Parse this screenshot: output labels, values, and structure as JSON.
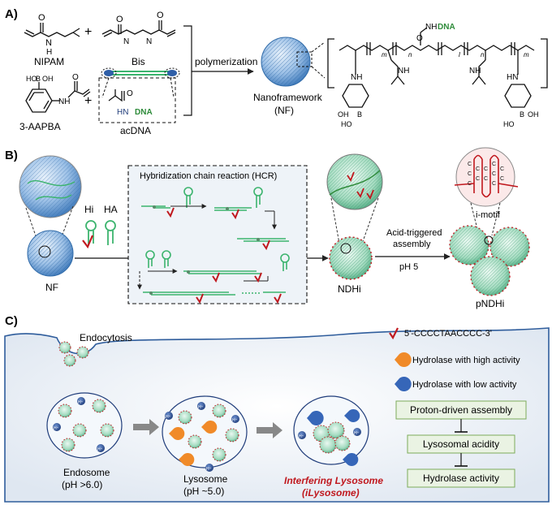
{
  "panel_a": {
    "label": "A)",
    "monomers": {
      "nipam": "NIPAM",
      "bis": "Bis",
      "aapba": "3-AAPBA",
      "acdna": "acDNA"
    },
    "atoms": {
      "o": "O",
      "n": "N",
      "h": "H",
      "nh": "NH",
      "hn": "HN",
      "b": "B",
      "oh": "OH",
      "ho": "HO",
      "boh": "B",
      "dna": "DNA"
    },
    "plus": "+",
    "arrow_label": "polymerization",
    "product_name": "Nanoframework",
    "product_abbr": "(NF)",
    "subscripts": {
      "m": "m",
      "n": "n",
      "l": "l"
    }
  },
  "panel_b": {
    "label": "B)",
    "nf": "NF",
    "hi": "Hi",
    "ha": "HA",
    "hcr_title": "Hybridization chain reaction (HCR)",
    "ndhi": "NDHi",
    "acid_line1": "Acid-triggered",
    "acid_line2": "assembly",
    "ph": "pH 5",
    "pndhi": "pNDHi",
    "imotif": "i-motif",
    "c_letter": "C"
  },
  "panel_c": {
    "label": "C)",
    "endocytosis": "Endocytosis",
    "legend": {
      "sequence": "5'-CCCCTAACCCC-3'",
      "high": "Hydrolase with high activity",
      "low": "Hydrolase with low activity"
    },
    "proton": "H⁺",
    "endosome_name": "Endosome",
    "endosome_ph": "(pH >6.0)",
    "lysosome_name": "Lysosome",
    "lysosome_ph": "(pH ~5.0)",
    "ilyso_name": "Interfering Lysosome",
    "ilyso_abbr": "(iLysosome)",
    "flow": [
      "Proton-driven assembly",
      "Lysosomal acidity",
      "Hydrolase activity"
    ]
  },
  "colors": {
    "dna_green": "#2e8b3a",
    "helix_green": "#3cb46e",
    "sphere_blue": "#3f7fc4",
    "box_fill": "#eaf3e3",
    "box_stroke": "#7cab5a",
    "hcr_fill": "#eef3f8",
    "red": "#c0181e",
    "orange": "#f08a28",
    "blue": "#3666b8",
    "title_red": "#c0181e"
  }
}
